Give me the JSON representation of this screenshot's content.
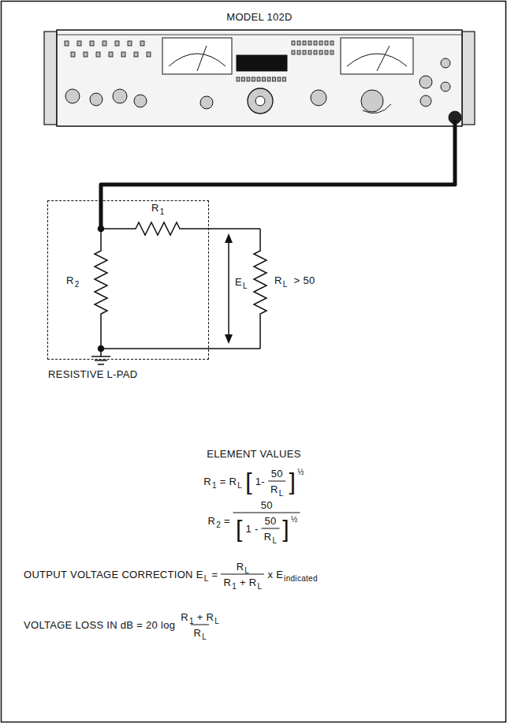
{
  "diagram": {
    "nodes": [
      {
        "text": [
          "MODEL 102D"
        ]
      },
      {
        "text": [
          "RESISTIVE L-PAD"
        ]
      }
    ],
    "edges": [
      {
        "from": 0,
        "to": 1,
        "arrow": "none"
      }
    ],
    "labels": [
      "R",
      "1",
      "R",
      "2",
      "E",
      "L",
      "R",
      "L",
      "> 50",
      "ELEMENT VALUES",
      "R",
      "1",
      "= R",
      "L",
      "[",
      "1-",
      "50",
      "R",
      "L",
      "]",
      "½",
      "R",
      "2",
      "=",
      "50",
      "[",
      "1 -",
      "50",
      "R",
      "L",
      "]",
      "½",
      "OUTPUT VOLTAGE CORRECTION E",
      "L",
      "=",
      "R",
      "L",
      "R",
      "1",
      "+ R",
      "L",
      "x E",
      "indicated",
      "VOLTAGE LOSS IN dB = 20 log",
      "R",
      "1",
      "+ R",
      "L",
      "R",
      "L"
    ]
  }
}
